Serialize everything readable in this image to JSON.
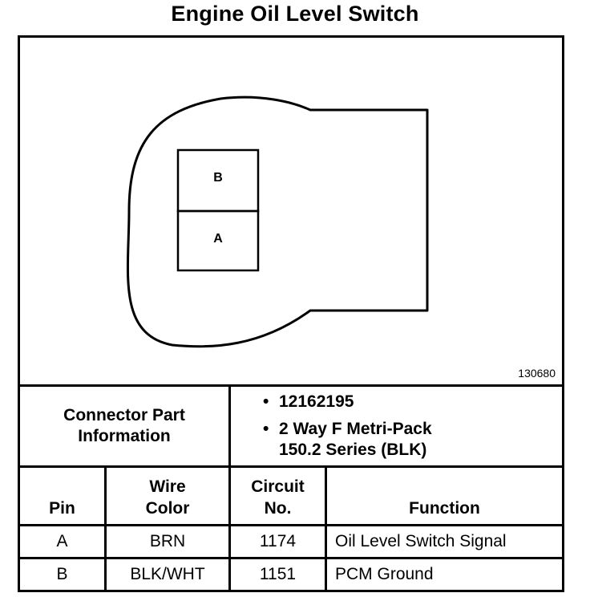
{
  "title": "Engine Oil Level Switch",
  "figure_id": "130680",
  "connector": {
    "pins": [
      "B",
      "A"
    ]
  },
  "connector_info": {
    "label": "Connector Part Information",
    "items": [
      "12162195",
      "2 Way F Metri-Pack 150.2 Series (BLK)"
    ]
  },
  "table": {
    "headers": [
      "Pin",
      "Wire Color",
      "Circuit No.",
      "Function"
    ],
    "rows": [
      {
        "pin": "A",
        "wire_color": "BRN",
        "circuit": "1174",
        "function": "Oil Level Switch Signal"
      },
      {
        "pin": "B",
        "wire_color": "BLK/WHT",
        "circuit": "1151",
        "function": "PCM Ground"
      }
    ]
  }
}
